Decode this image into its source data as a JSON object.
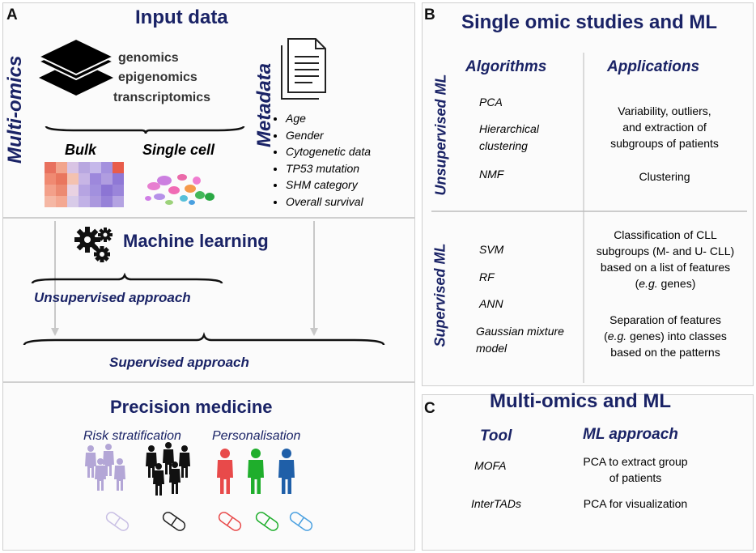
{
  "panel_a": {
    "label": "A",
    "title": "Input data",
    "multi_omics": "Multi-omics",
    "metadata_vertical": "Metadata",
    "layers": [
      "genomics",
      "epigenomics",
      "transcriptomics"
    ],
    "bulk": "Bulk",
    "single_cell": "Single cell",
    "metadata_items": [
      "Age",
      "Gender",
      "Cytogenetic data",
      "TP53 mutation",
      "SHM category",
      "Overall survival"
    ],
    "ml_title": "Machine learning",
    "unsupervised": "Unsupervised approach",
    "supervised": "Supervised approach",
    "pm_title": "Precision medicine",
    "risk": "Risk stratification",
    "personalisation": "Personalisation"
  },
  "panel_b": {
    "label": "B",
    "title": "Single omic studies and ML",
    "col_algorithms": "Algorithms",
    "col_applications": "Applications",
    "unsupervised_ml": "Unsupervised ML",
    "supervised_ml": "Supervised ML",
    "unsup_algos": [
      "PCA",
      "Hierarchical clustering",
      "NMF"
    ],
    "unsup_apps": [
      "Variability, outliers,",
      "and extraction of",
      "subgroups of patients"
    ],
    "unsup_app2": "Clustering",
    "sup_algos": [
      "SVM",
      "RF",
      "ANN",
      "Gaussian mixture model"
    ],
    "sup_app1": [
      "Classification of CLL",
      "subgroups (M- and U- CLL)",
      "based on a list of features"
    ],
    "sup_app1_eg": "e.g.",
    "sup_app1_rest": " genes)",
    "sup_app2_line1": "Separation of features",
    "sup_app2_eg": "e.g.",
    "sup_app2_line2_rest": " genes) into classes",
    "sup_app2_line3": "based on the patterns"
  },
  "panel_c": {
    "label": "C",
    "title": "Multi-omics and ML",
    "col_tool": "Tool",
    "col_approach": "ML approach",
    "rows": [
      {
        "tool": "MOFA",
        "approach1": "PCA to extract group",
        "approach2": "of patients"
      },
      {
        "tool": "InterTADs",
        "approach1": "PCA for visualization",
        "approach2": ""
      }
    ]
  },
  "colors": {
    "navy": "#1a2366",
    "red_figure": "#e84a4a",
    "green_figure": "#1fae2c",
    "blue_figure": "#1f5fa8",
    "lavender_figure": "#b3a6d6"
  }
}
